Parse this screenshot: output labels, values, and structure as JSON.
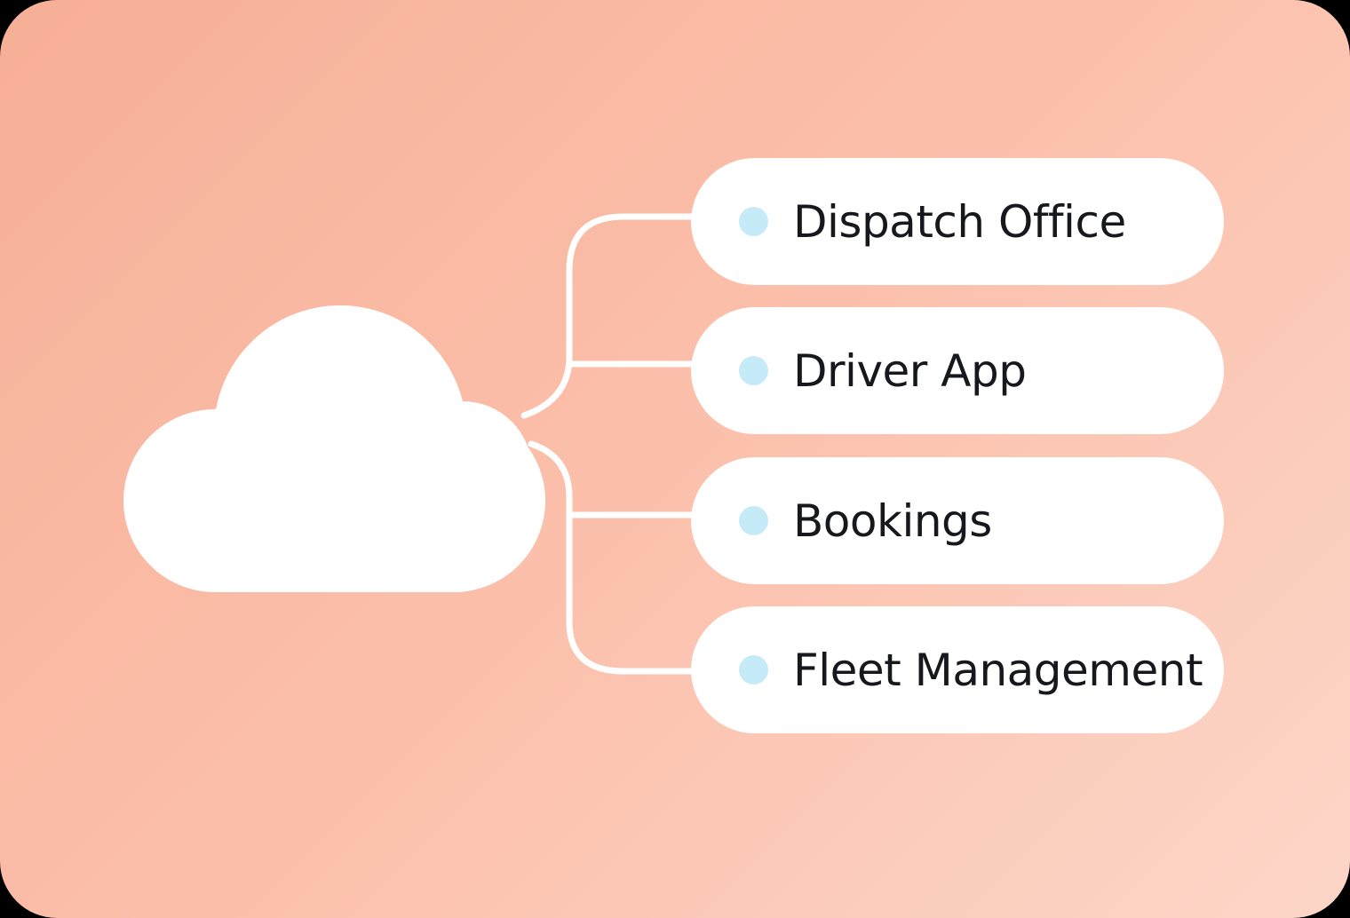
{
  "colors": {
    "background_start": "#f7af97",
    "background_end": "#fdd6c8",
    "cloud": "#ffffff",
    "connector": "#ffffff",
    "pill": "#ffffff",
    "dot": "#c6ebf8",
    "text": "#16181d"
  },
  "cloud": {
    "icon": "cloud-icon"
  },
  "destinations": [
    {
      "label": "Dispatch Office"
    },
    {
      "label": "Driver App"
    },
    {
      "label": "Bookings"
    },
    {
      "label": "Fleet Management"
    }
  ]
}
